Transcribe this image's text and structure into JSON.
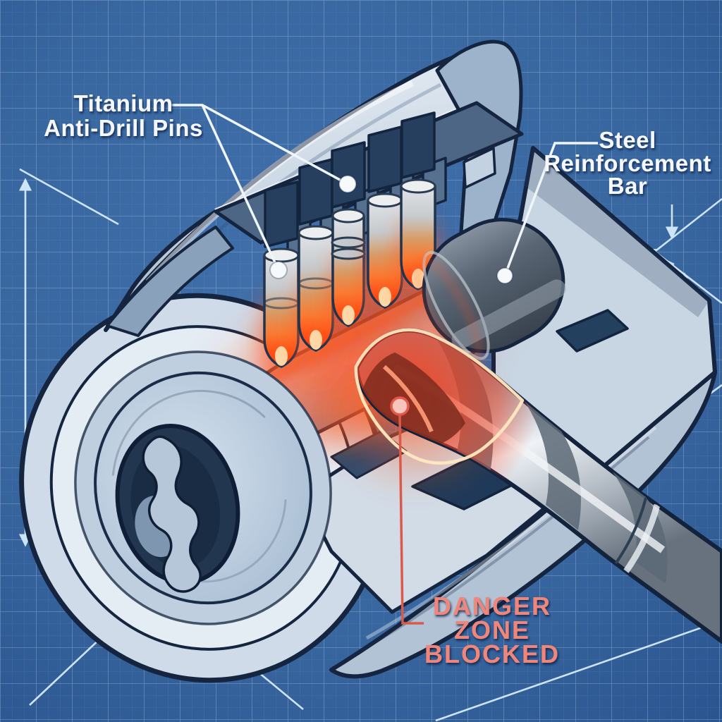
{
  "scene": {
    "description": "Blueprint cutaway illustration of a high-security lock cylinder blocking a drill bit",
    "pin_count": 5
  },
  "annotations": {
    "titanium_pins": {
      "lines": [
        "Titanium",
        "Anti-Drill Pins"
      ]
    },
    "steel_bar": {
      "lines": [
        "Steel",
        "Reinforcement",
        "Bar"
      ]
    },
    "danger_zone": {
      "lines": [
        "DANGER",
        "ZONE",
        "BLOCKED"
      ]
    }
  },
  "colors": {
    "background": "#35649e",
    "grid": "#cde4fc",
    "construction_lines": "#d6ebfc",
    "outline": "#15253f",
    "metal_light": "#dbe5ef",
    "metal_mid": "#b7c6d7",
    "cut_face": "#51688a",
    "glow_hot": "#ff4718",
    "label_text": "#f4f8fc",
    "danger_text": "#ef8679",
    "leader": "#eef5fb",
    "danger_leader": "#d95a4b"
  }
}
